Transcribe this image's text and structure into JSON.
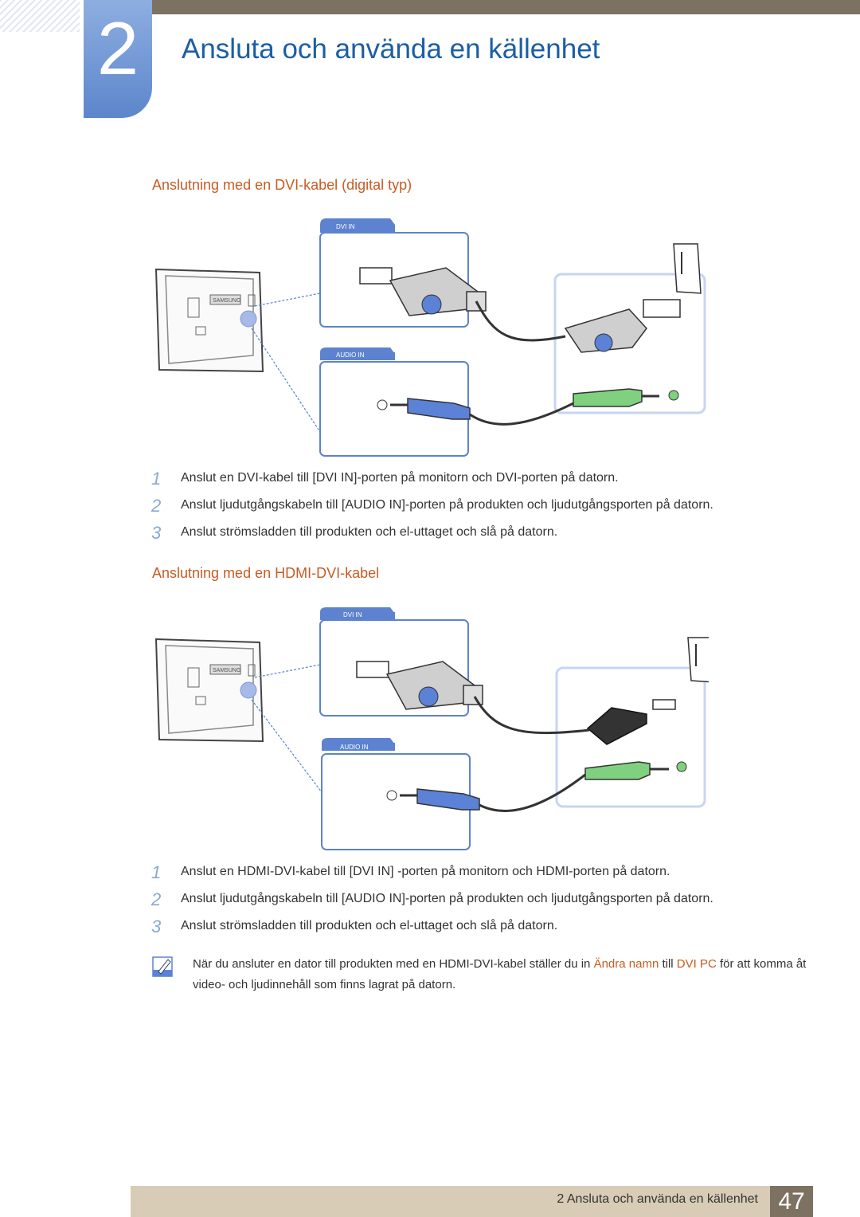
{
  "chapter": {
    "number": "2",
    "title": "Ansluta och använda en källenhet"
  },
  "section1": {
    "heading": "Anslutning med en DVI-kabel (digital typ)",
    "labels": {
      "dvi_in": "DVI IN",
      "audio_in": "AUDIO IN",
      "brand": "SAMSUNG"
    },
    "steps": [
      {
        "num": "1",
        "text": "Anslut en DVI-kabel till [DVI IN]-porten på monitorn och DVI-porten på datorn."
      },
      {
        "num": "2",
        "text": "Anslut ljudutgångskabeln till [AUDIO IN]-porten på produkten och ljudutgångsporten på datorn."
      },
      {
        "num": "3",
        "text": "Anslut strömsladden till produkten och el-uttaget och slå på datorn."
      }
    ]
  },
  "section2": {
    "heading": "Anslutning med en HDMI-DVI-kabel",
    "labels": {
      "dvi_in": "DVI IN",
      "audio_in": "AUDIO IN",
      "brand": "SAMSUNG"
    },
    "steps": [
      {
        "num": "1",
        "text": "Anslut en HDMI-DVI-kabel till [DVI IN] -porten på monitorn och HDMI-porten på datorn."
      },
      {
        "num": "2",
        "text": "Anslut ljudutgångskabeln till [AUDIO IN]-porten på produkten och ljudutgångsporten på datorn."
      },
      {
        "num": "3",
        "text": "Anslut strömsladden till produkten och el-uttaget och slå på datorn."
      }
    ]
  },
  "note": {
    "before": "När du ansluter en dator till produkten med en HDMI-DVI-kabel ställer du in ",
    "highlight1": "Ändra namn",
    "middle": " till ",
    "highlight2": "DVI PC",
    "after": " för att komma åt video- och ljudinnehåll som finns lagrat på datorn."
  },
  "footer": {
    "text": "2 Ansluta och använda en källenhet",
    "page": "47"
  },
  "colors": {
    "heading": "#c65c23",
    "title": "#1b5ea6",
    "diagram_blue": "#5d82cf",
    "plug_green": "#7fd17f",
    "plug_blue": "#5b82d6"
  }
}
